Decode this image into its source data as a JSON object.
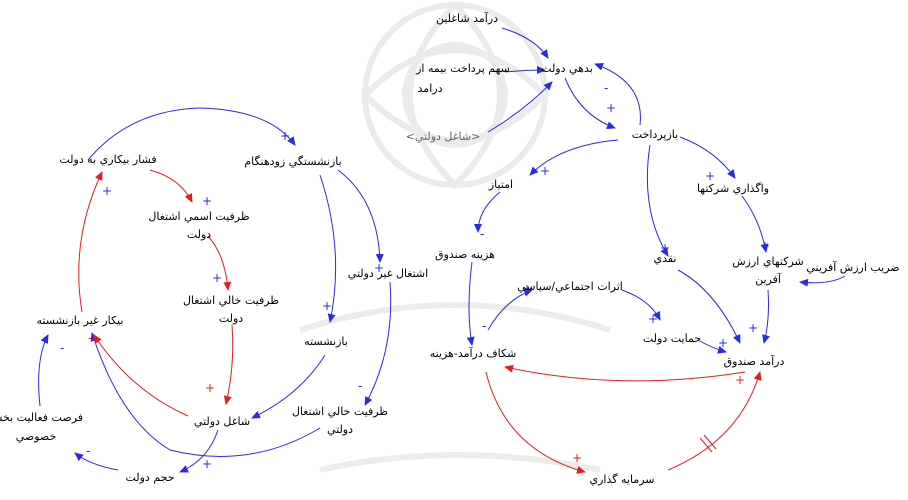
{
  "diagram": {
    "nodes": {
      "daramad_shaghelin": "درآمد شاغلين",
      "sahm_pardakht_1": "سهم پرداخت بيمه از",
      "sahm_pardakht_2": "درامد",
      "shaghel_dolati_ghost": "<شاغل دولتي>",
      "bedehi_dolat": "بدهي دولت",
      "bazpardakht": "بازپرداخت",
      "emtiaz": "امتياز",
      "vagozari": "واگذاري شركتها",
      "sherkathaye_1": "شركتهاي ارزش",
      "sherkathaye_2": "آفرين",
      "zarib_arzesh": "ضريب ارزش آفريني",
      "hazine_sandogh": "هزينه صندوق",
      "asarat": "اثرات اجتماعي/سياسي",
      "naghdi": "نقدي",
      "hemayat_dolat": "حمايت دولت",
      "shekaf": "شكاف درآمد-هزينه",
      "daramad_sandogh": "درآمد صندوق",
      "sarmaye_gozari": "سرمايه گذاري",
      "feshar_bikari": "فشار بيكاري به دولت",
      "bazneshastegi_zood": "بازنشستگي زودهنگام",
      "zarfiat_esmi_1": "ظرفيت اسمي اشتغال",
      "zarfiat_esmi_2": "دولت",
      "zarfiat_khali_1": "ظرفيت خالي اشتغال",
      "zarfiat_khali_2": "دولت",
      "eshteghal_gheir": "اشتغال غير دولتي",
      "bikar_gheir": "بيكار غير بازنشسته",
      "bazneshaste": "بازنشسته",
      "zarfiat_gheir_1": "ظرفيت خالي اشتغال",
      "zarfiat_gheir_2": "دولتي",
      "forsat_1": "فرصت فعاليت بخش",
      "forsat_2": "خصوصي",
      "shaghel_dolati": "شاغل دولتي",
      "hajm_dolat": "حجم دولت"
    },
    "colors": {
      "blue": "#2a2ae0",
      "red": "#e02020",
      "wm": "#d8d8d8"
    }
  }
}
